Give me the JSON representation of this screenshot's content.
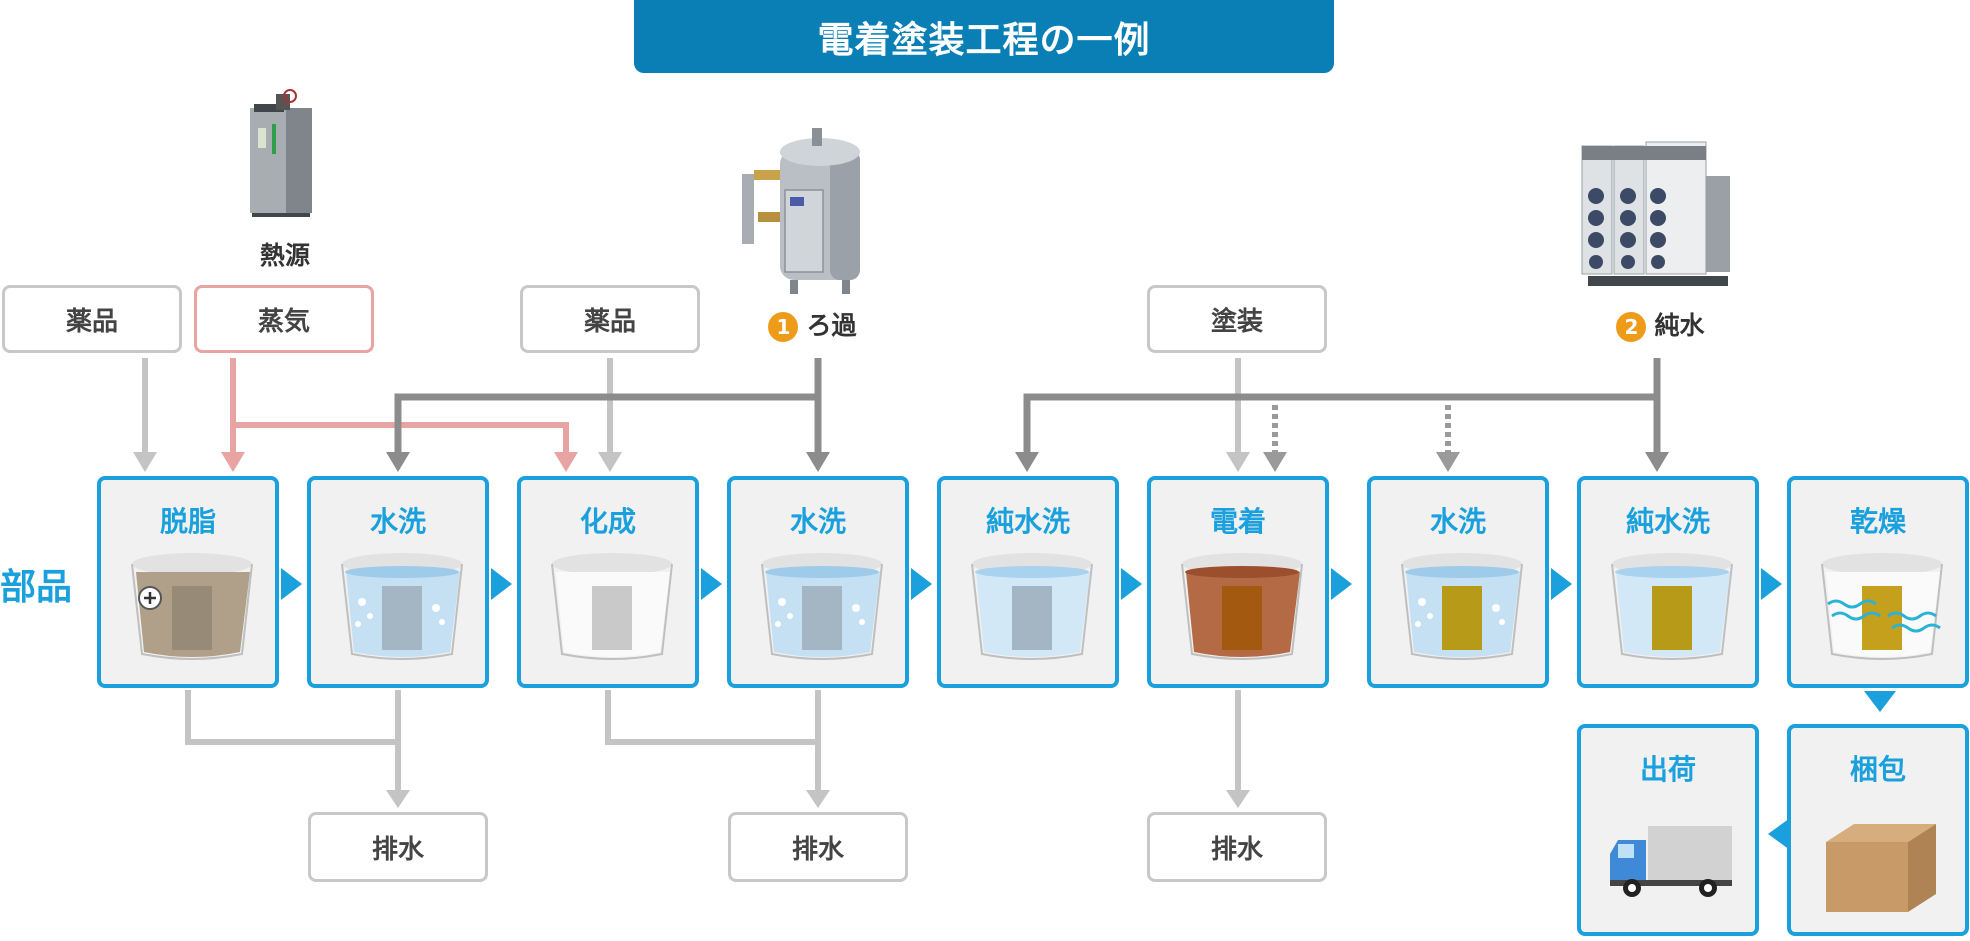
{
  "title": "電着塗装工程の一例",
  "side_label": "部品",
  "equipment": {
    "heat": "熱源",
    "filter": {
      "number": "1",
      "label": "ろ過"
    },
    "water": {
      "number": "2",
      "label": "純水"
    }
  },
  "inputs": {
    "chem1": "薬品",
    "steam": "蒸気",
    "chem2": "薬品",
    "paint": "塗装"
  },
  "steps": [
    "脱脂",
    "水洗",
    "化成",
    "水洗",
    "純水洗",
    "電着",
    "水洗",
    "純水洗",
    "乾燥",
    "梱包",
    "出荷"
  ],
  "outputs": [
    "排水",
    "排水",
    "排水"
  ],
  "colors": {
    "accent": "#1aa0dc",
    "banner": "#0a7fb5",
    "badge": "#ef9b1a",
    "flow_line": "#8c8c8c",
    "input_line": "#c4c4c4",
    "steam_line": "#e8a3a3"
  }
}
